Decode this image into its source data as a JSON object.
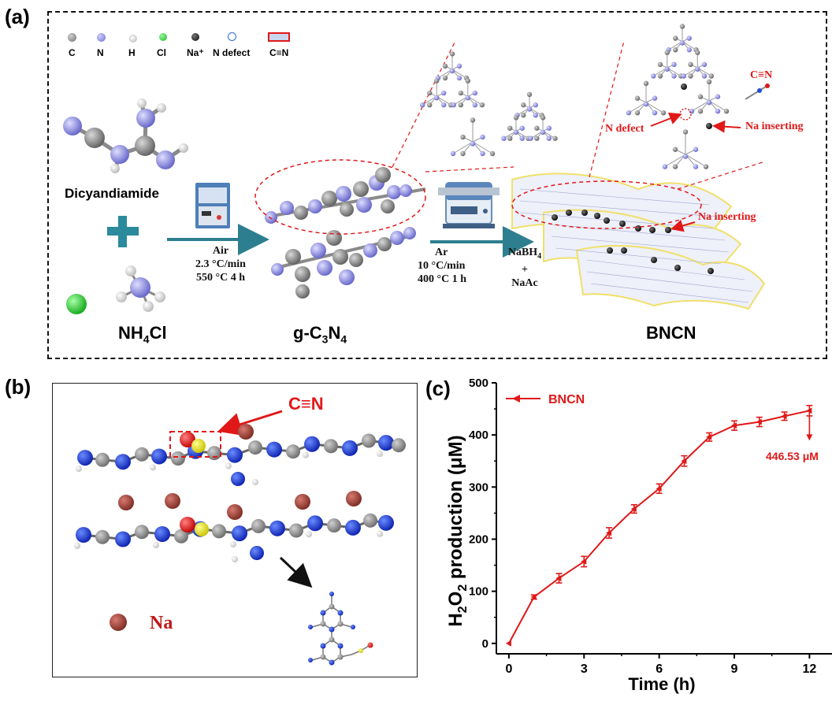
{
  "panel_a": {
    "letter": "(a)",
    "legend": [
      {
        "label": "C",
        "color": "#808080",
        "kind": "ball"
      },
      {
        "label": "N",
        "color": "#7b7bdc",
        "kind": "ball"
      },
      {
        "label": "H",
        "color": "#e6e6e6",
        "kind": "ball"
      },
      {
        "label": "Cl",
        "color": "#22c22a",
        "kind": "ball"
      },
      {
        "label": "Na⁺",
        "color": "#1a1a1a",
        "kind": "ball"
      },
      {
        "label": "N defect",
        "color": "#2a6fd6",
        "kind": "ring"
      },
      {
        "label": "C≡N",
        "color": "#e01818",
        "kind": "box"
      }
    ],
    "dicyandiamide": "Dicyandiamide",
    "nh4cl": {
      "main": "NH",
      "sub": "4",
      "tail": "Cl"
    },
    "gc3n4": {
      "a": "g-C",
      "s1": "3",
      "b": "N",
      "s2": "4"
    },
    "bncn": "BNCN",
    "step1": {
      "gas": "Air",
      "rate": "2.3 °C/min",
      "temp": "550 °C  4 h"
    },
    "step2": {
      "gas": "Ar",
      "rate": "10 °C/min",
      "temp": "400 °C  1 h",
      "reagent1": "NaBH",
      "reagent1_sub": "4",
      "plus": "+",
      "reagent2": "NaAc"
    },
    "zoom_labels": {
      "cn": "C≡N",
      "n_defect": "N defect",
      "na_inserting_top": "Na inserting",
      "na_inserting_sheet": "Na inserting"
    }
  },
  "panel_b": {
    "letter": "(b)",
    "cn_label": "C≡N",
    "na_label": "Na"
  },
  "panel_c": {
    "letter": "(c)",
    "accent": "#e01818",
    "chart_data": {
      "type": "line",
      "series": [
        {
          "name": "BNCN",
          "x": [
            0,
            1,
            2,
            3,
            4,
            5,
            6,
            7,
            8,
            9,
            10,
            11,
            12
          ],
          "y": [
            0,
            89,
            125,
            157,
            212,
            258,
            297,
            350,
            396,
            418,
            425,
            436,
            446.53
          ],
          "err": [
            0,
            4,
            9,
            10,
            10,
            8,
            9,
            10,
            8,
            9,
            9,
            8,
            10
          ]
        }
      ],
      "xlabel": "Time (h)",
      "ylabel": {
        "a": "H",
        "s1": "2",
        "b": "O",
        "s2": "2",
        "c": " production (μM)"
      },
      "xlim": [
        -0.5,
        12.9
      ],
      "ylim": [
        -20,
        500
      ],
      "xticks": [
        0,
        3,
        6,
        9,
        12
      ],
      "yticks": [
        0,
        100,
        200,
        300,
        400,
        500
      ],
      "legend_position": "top-left",
      "annotation": "446.53 μM"
    }
  }
}
